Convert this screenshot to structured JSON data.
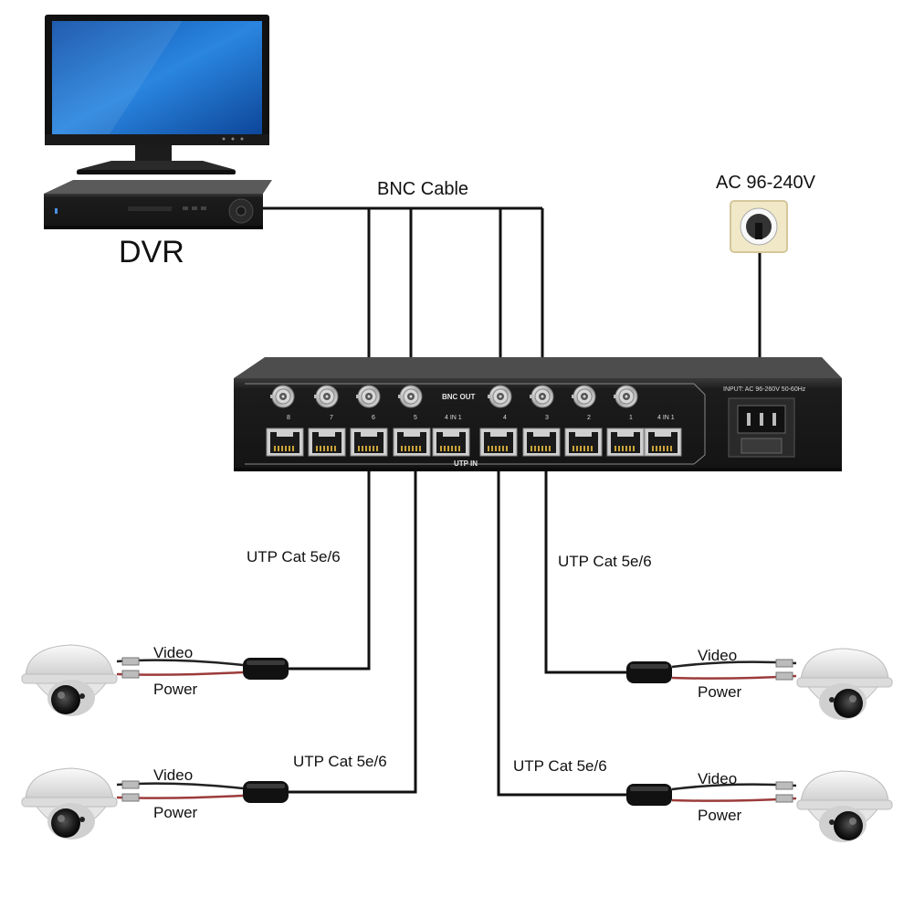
{
  "labels": {
    "dvr": "DVR",
    "bnc_cable": "BNC Cable",
    "ac_power": "AC 96-240V",
    "utp_top_left": "UTP Cat 5e/6",
    "utp_top_right": "UTP Cat 5e/6",
    "utp_bottom_left": "UTP Cat 5e/6",
    "utp_bottom_right": "UTP Cat 5e/6"
  },
  "balun_labels": {
    "video": "Video",
    "power": "Power"
  },
  "device_panel": {
    "bnc_out": "BNC OUT",
    "utp_in": "UTP IN",
    "group_label": "4 IN 1",
    "port_numbers": [
      "8",
      "7",
      "6",
      "5",
      "4",
      "3",
      "2",
      "1"
    ],
    "input_rating": "INPUT: AC 96-260V 50-60Hz"
  },
  "colors": {
    "cable": "#111111",
    "screen": "#1b6fc9",
    "device_body": "#1e1e1e",
    "camera_body": "#ececec"
  },
  "icons": [
    "monitor-icon",
    "dvr-recorder-icon",
    "wall-socket-icon",
    "power-inlet-icon",
    "dome-camera-icon",
    "video-balun-icon",
    "bnc-connector-icon",
    "rj45-port-icon"
  ]
}
